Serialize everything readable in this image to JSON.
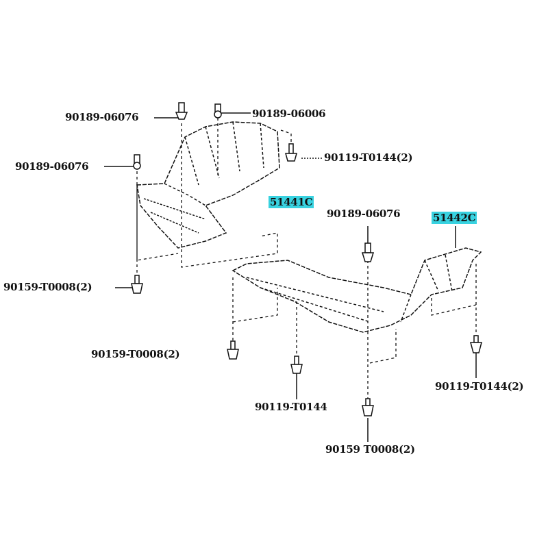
{
  "parts": {
    "clip_top_left": "90189-06076",
    "clip_top_mid": "90189-06006",
    "bolt_upper_right": "90119-T0144(2)",
    "clip_left": "90189-06076",
    "cover_front": "51441C",
    "clip_center": "90189-06076",
    "cover_rear": "51442C",
    "bolt_left": "90159-T0008(2)",
    "bolt_lower_left": "90159-T0008(2)",
    "bolt_bottom_center": "90119-T0144",
    "bolt_right": "90119-T0144(2)",
    "bolt_bottom": "90159 T0008(2)"
  },
  "colors": {
    "highlight": "#38d2e0",
    "line": "#111111"
  }
}
